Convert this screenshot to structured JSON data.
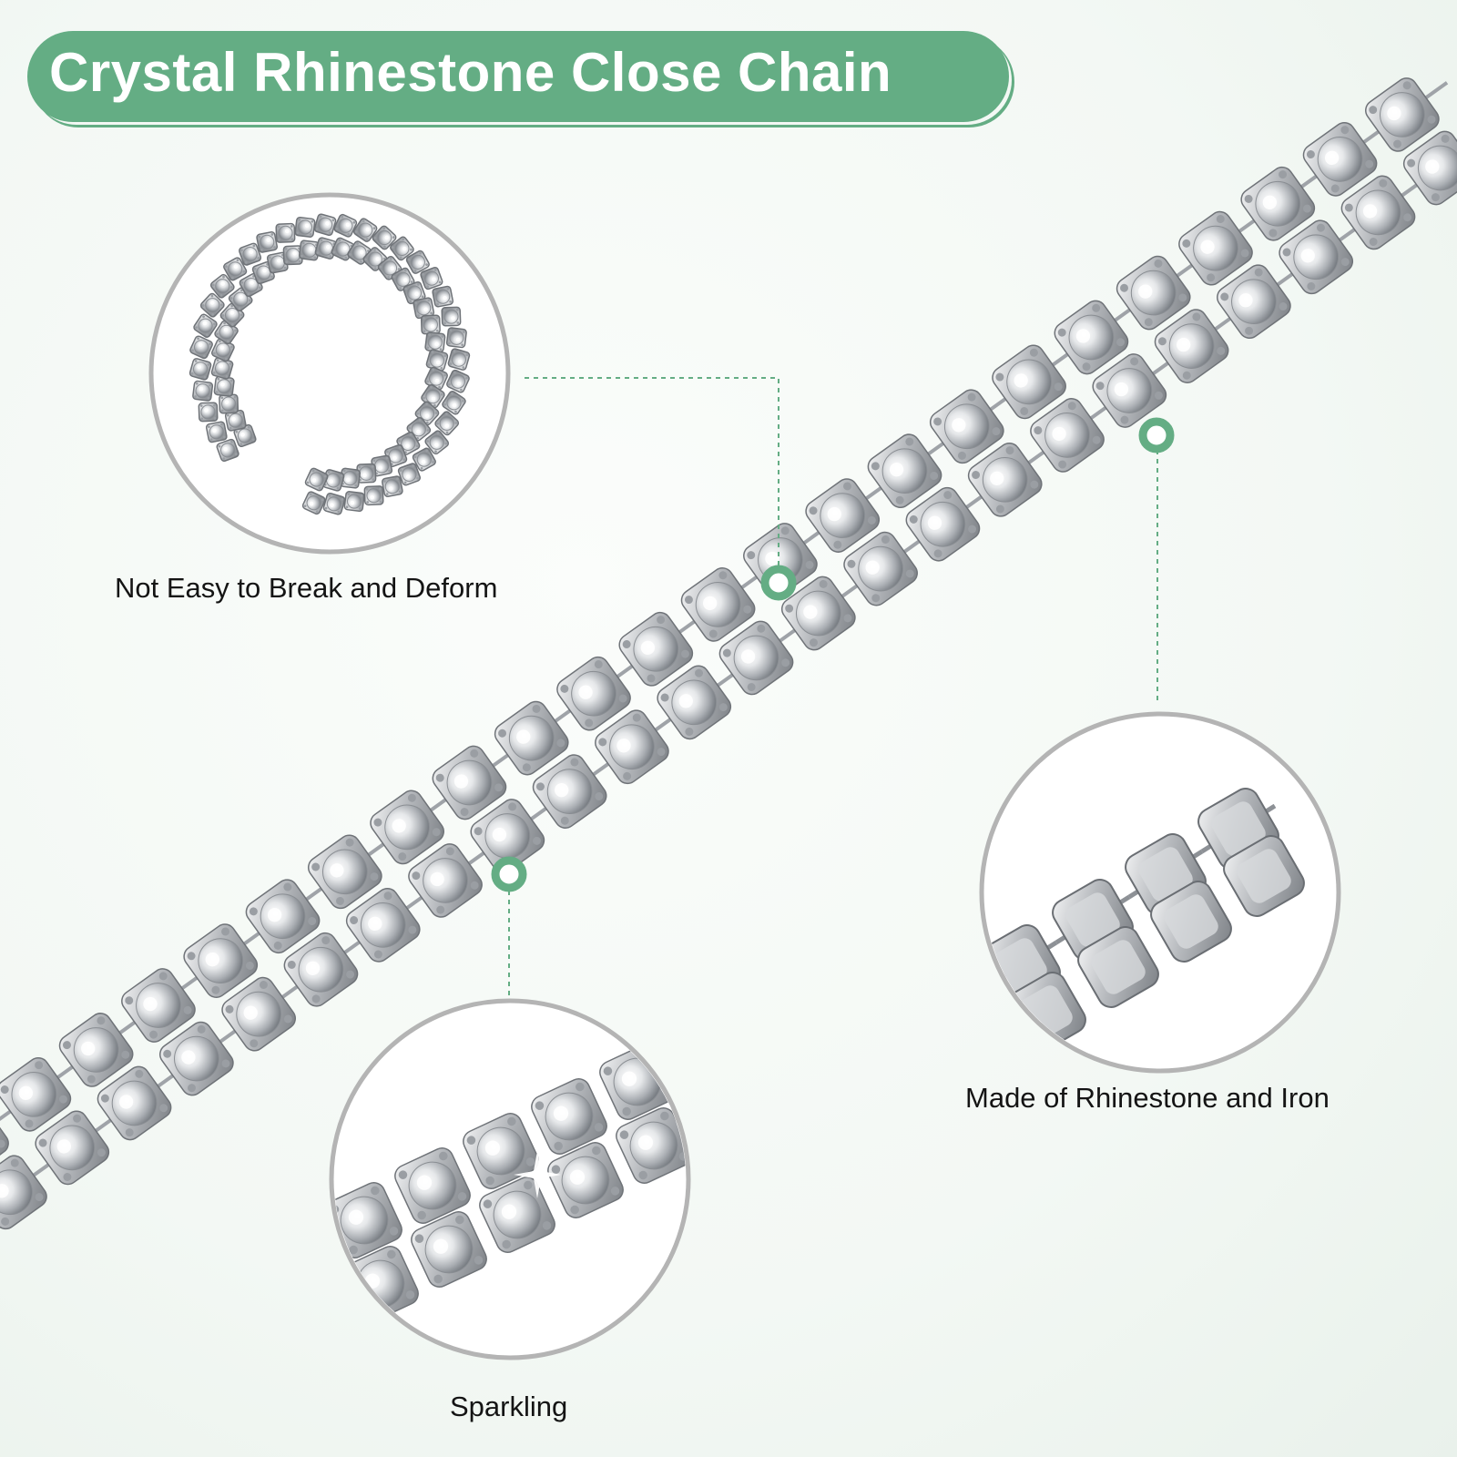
{
  "title": "Crystal Rhinestone Close Chain",
  "features": [
    {
      "id": "deform",
      "caption": "Not Easy to Break and Deform",
      "detail_image": "curved-chain-coil"
    },
    {
      "id": "material",
      "caption": "Made of Rhinestone and Iron",
      "detail_image": "chain-back-metal-settings"
    },
    {
      "id": "sparkle",
      "caption": "Sparkling",
      "detail_image": "sparkling-rhinestones-closeup"
    }
  ],
  "colors": {
    "accent_green": "#64ad84",
    "ring_gray": "#b4b4b4",
    "text_dark": "#141414",
    "background": "#f3f8f4",
    "metal_silver": "#b9bcbf"
  },
  "icons": [
    "callout-dot-icon",
    "callout-dot-icon",
    "callout-dot-icon"
  ]
}
